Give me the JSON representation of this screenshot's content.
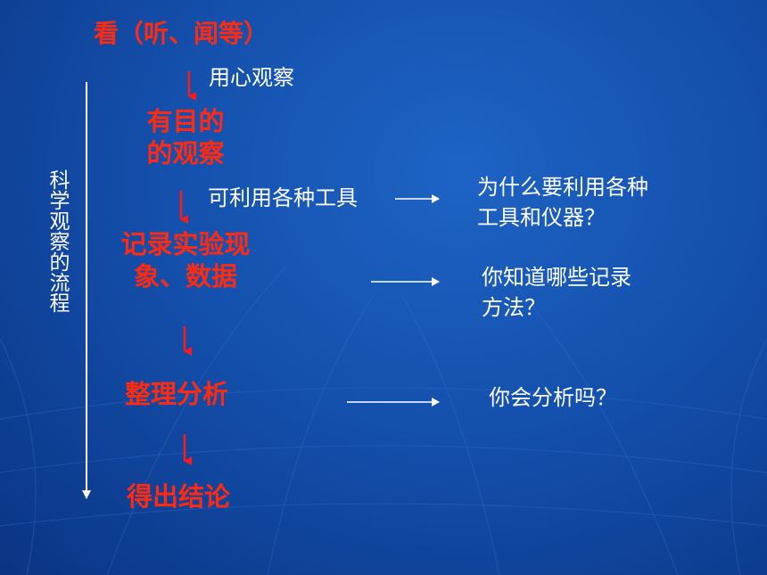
{
  "side_label": "科学观察的流程",
  "steps": {
    "s1": "看（听、闻等）",
    "s2a": "有目的",
    "s2b": "的观察",
    "s3a": "记录实验现",
    "s3b": "象、数据",
    "s4": "整理分析",
    "s5": "得出结论"
  },
  "notes": {
    "n1": "用心观察",
    "n2": "可利用各种工具"
  },
  "questions": {
    "q1a": "为什么要利用各种",
    "q1b": "工具和仪器？",
    "q2a": "你知道哪些记录",
    "q2b": "方法？",
    "q3": "你会分析吗？"
  },
  "colors": {
    "step_text": "#ff2a12",
    "arrow_red": "#ff1a1a",
    "note_text": "#ffffff",
    "background": "#1450ad"
  }
}
